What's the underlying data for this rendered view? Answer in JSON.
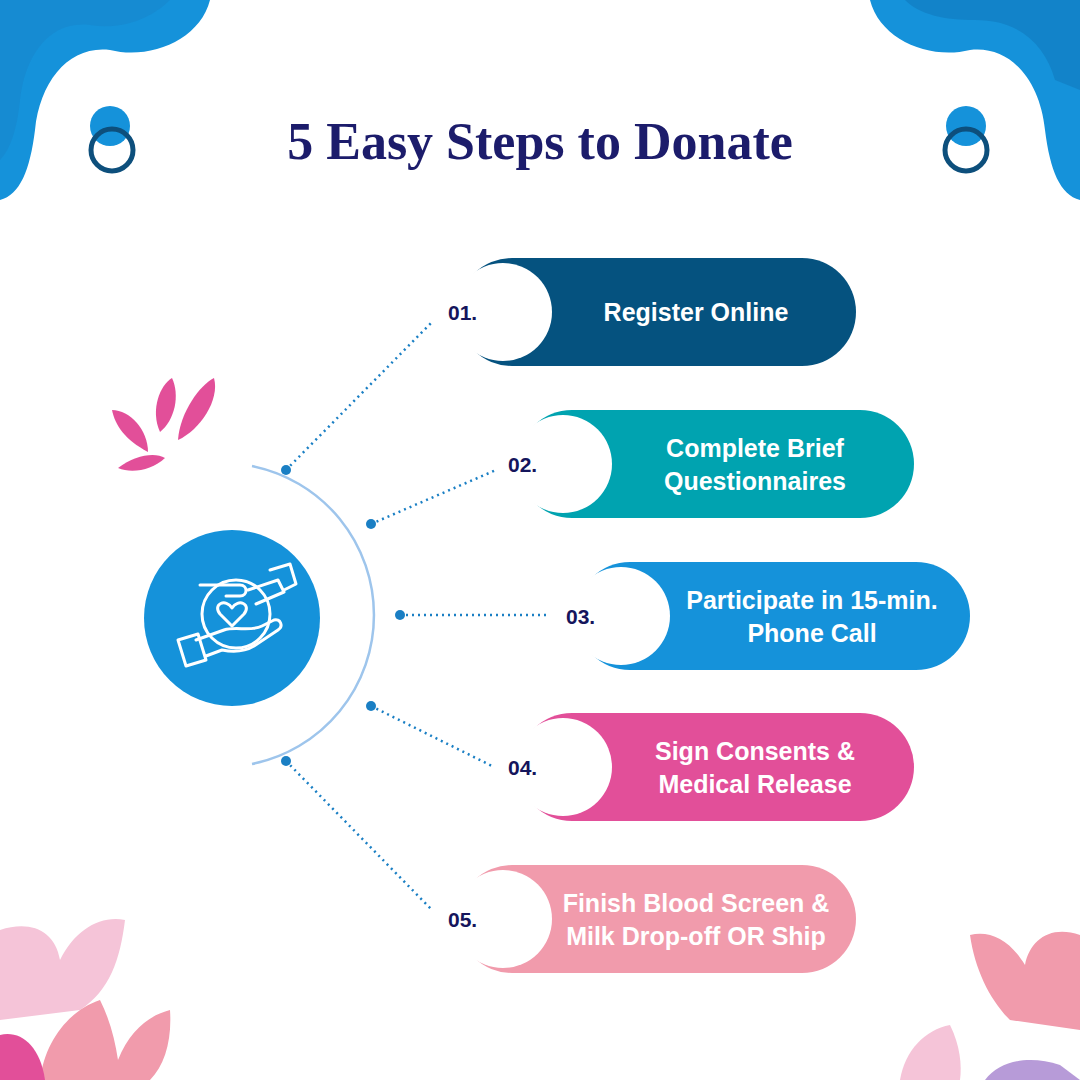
{
  "diagram": {
    "title": "5 Easy Steps to Donate",
    "nodes": [
      {
        "text": [
          "01.",
          "Register Online"
        ]
      },
      {
        "text": [
          "02.",
          "Complete Brief Questionnaires"
        ]
      },
      {
        "text": [
          "03.",
          "Participate in 15-min. Phone Call"
        ]
      },
      {
        "text": [
          "04.",
          "Sign Consents & Medical Release"
        ]
      },
      {
        "text": [
          "05.",
          "Finish Blood Screen & Milk Drop-off OR Ship"
        ]
      }
    ]
  }
}
